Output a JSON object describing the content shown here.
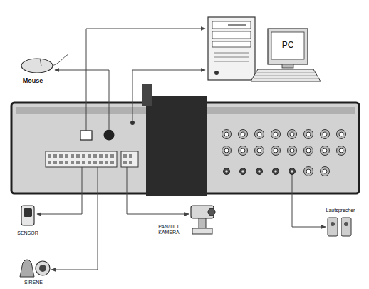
{
  "diagram": {
    "nodes": [
      {
        "text": [
          "PC"
        ]
      },
      {
        "text": [
          "Mouse"
        ]
      },
      {
        "text": [
          "SENSOR"
        ]
      },
      {
        "text": [
          "PAN/TILT KAMERA"
        ]
      },
      {
        "text": [
          "Lautsprecher"
        ]
      },
      {
        "text": [
          "SIRENE"
        ]
      }
    ]
  }
}
